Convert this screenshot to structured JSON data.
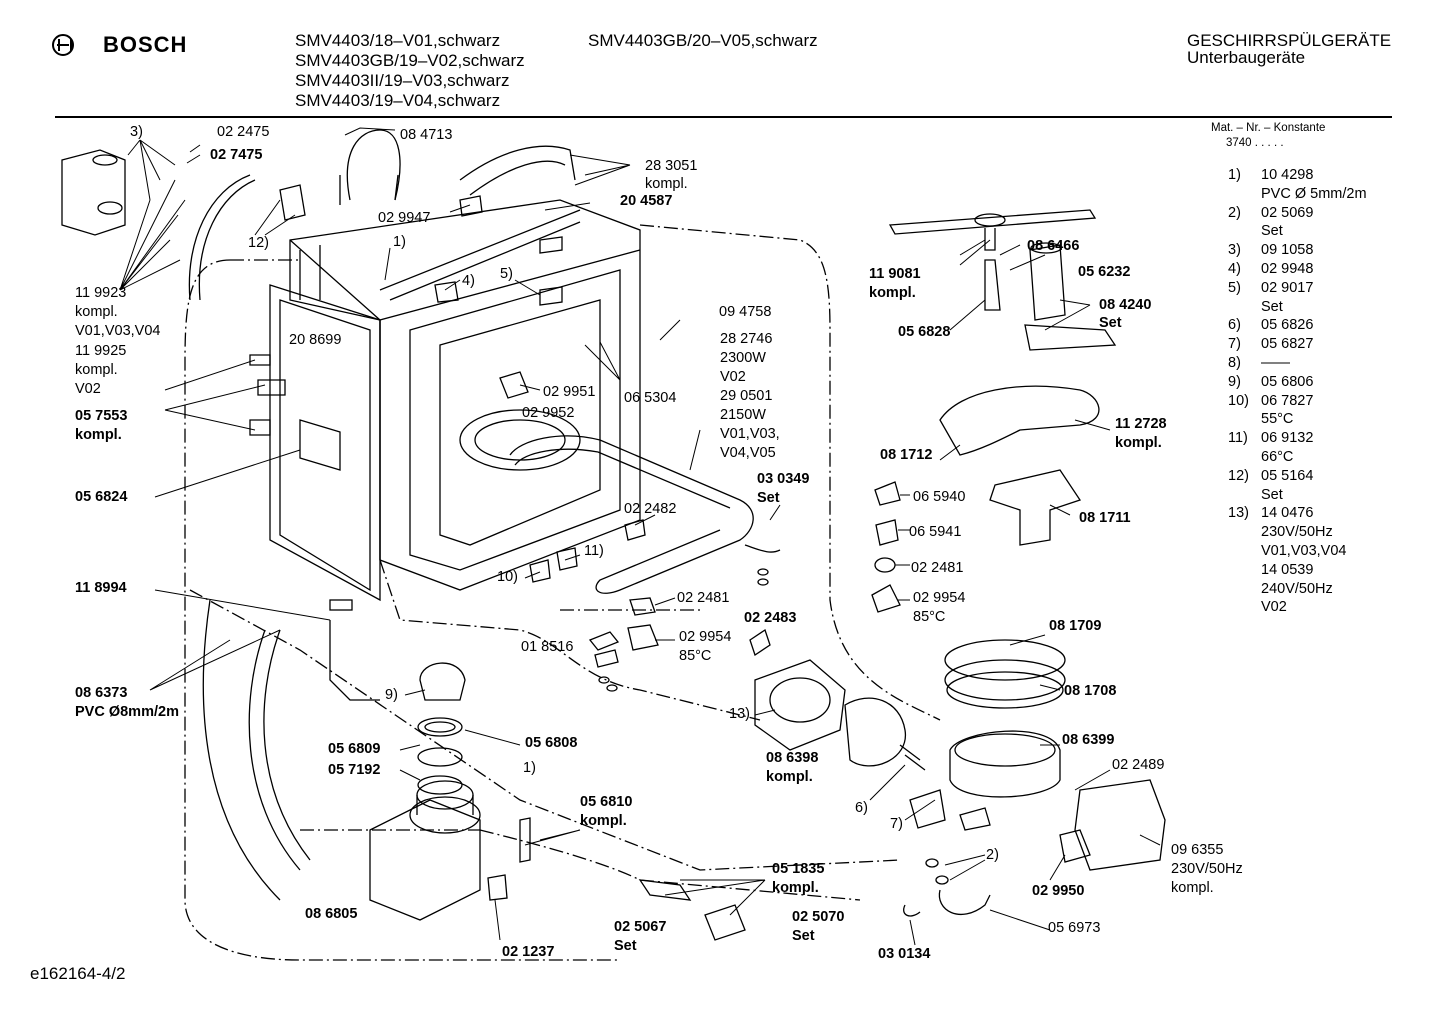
{
  "header": {
    "brand": "BOSCH",
    "models_col1": [
      "SMV4403/18–V01,schwarz",
      "SMV4403GB/19–V02,schwarz",
      "SMV4403II/19–V03,schwarz",
      "SMV4403/19–V04,schwarz"
    ],
    "models_col2": [
      "SMV4403GB/20–V05,schwarz"
    ],
    "category": "GESCHIRRSPÜLGERÄTE",
    "subcategory": "Unterbaugeräte"
  },
  "constants": {
    "title": "Mat. – Nr. – Konstante",
    "value": "3740 . . . . ."
  },
  "legend": [
    {
      "num": "1)",
      "lines": [
        "10 4298",
        "PVC Ø 5mm/2m"
      ]
    },
    {
      "num": "2)",
      "lines": [
        "02 5069",
        "Set"
      ]
    },
    {
      "num": "3)",
      "lines": [
        "09 1058"
      ]
    },
    {
      "num": "4)",
      "lines": [
        "02 9948"
      ]
    },
    {
      "num": "5)",
      "lines": [
        "02 9017",
        "Set"
      ]
    },
    {
      "num": "6)",
      "lines": [
        "05 6826"
      ]
    },
    {
      "num": "7)",
      "lines": [
        "05 6827"
      ]
    },
    {
      "num": "8)",
      "lines": [
        "——"
      ]
    },
    {
      "num": "9)",
      "lines": [
        "05 6806"
      ]
    },
    {
      "num": "10)",
      "lines": [
        "06 7827",
        "55°C"
      ]
    },
    {
      "num": "11)",
      "lines": [
        "06 9132",
        "66°C"
      ]
    },
    {
      "num": "12)",
      "lines": [
        "05 5164",
        "Set"
      ]
    },
    {
      "num": "13)",
      "lines": [
        "14 0476",
        "230V/50Hz",
        "V01,V03,V04",
        "14 0539",
        "240V/50Hz",
        "V02"
      ]
    }
  ],
  "labels": {
    "l_3": "3)",
    "l_022475": "02 2475",
    "l_027475": "02 7475",
    "l_084713": "08 4713",
    "l_283051": "28 3051",
    "l_kompl_283051": "kompl.",
    "l_029947": "02 9947",
    "l_204587": "20 4587",
    "l_12": "12)",
    "l_1a": "1)",
    "l_4": "4)",
    "l_5": "5)",
    "l_119923": "11 9923",
    "l_kompl_119923": "kompl.",
    "l_v01v03v04": "V01,V03,V04",
    "l_119925": "11 9925",
    "l_kompl_119925": "kompl.",
    "l_v02a": "V02",
    "l_208699": "20 8699",
    "l_057553": "05 7553",
    "l_kompl_057553": "kompl.",
    "l_056824": "05 6824",
    "l_118994": "11 8994",
    "l_029951": "02 9951",
    "l_029952": "02 9952",
    "l_065304": "06 5304",
    "l_094758": "09 4758",
    "l_282746": "28 2746",
    "l_2300w": "2300W",
    "l_v02b": "V02",
    "l_290501": "29 0501",
    "l_2150w": "2150W",
    "l_v01v03": "V01,V03,",
    "l_v04v05": "V04,V05",
    "l_030349": "03 0349",
    "l_set_030349": "Set",
    "l_022482": "02 2482",
    "l_11": "11)",
    "l_10": "10)",
    "l_022481a": "02 2481",
    "l_018516": "01 8516",
    "l_029954a": "02 9954",
    "l_85ca": "85°C",
    "l_022483": "02 2483",
    "l_086373": "08 6373",
    "l_pvc8": "PVC Ø8mm/2m",
    "l_9": "9)",
    "l_056809": "05 6809",
    "l_057192": "05 7192",
    "l_056808": "05 6808",
    "l_1b": "1)",
    "l_056810": "05 6810",
    "l_kompl_056810": "kompl.",
    "l_086805": "08 6805",
    "l_021237": "02 1237",
    "l_051835": "05 1835",
    "l_kompl_051835": "kompl.",
    "l_025067": "02 5067",
    "l_set_025067": "Set",
    "l_025070": "02 5070",
    "l_set_025070": "Set",
    "l_13": "13)",
    "l_086398": "08 6398",
    "l_kompl_086398": "kompl.",
    "l_6": "6)",
    "l_7": "7)",
    "l_086466": "08 6466",
    "l_119081": "11 9081",
    "l_kompl_119081": "kompl.",
    "l_056232": "05 6232",
    "l_084240": "08 4240",
    "l_set_084240": "Set",
    "l_056828": "05 6828",
    "l_112728": "11 2728",
    "l_kompl_112728": "kompl.",
    "l_081712": "08 1712",
    "l_065940": "06 5940",
    "l_065941": "06 5941",
    "l_022481b": "02 2481",
    "l_029954b": "02 9954",
    "l_85cb": "85°C",
    "l_081711": "08 1711",
    "l_081709": "08 1709",
    "l_081708": "08 1708",
    "l_086399": "08 6399",
    "l_022489": "02 2489",
    "l_2": "2)",
    "l_029950": "02 9950",
    "l_096355": "09 6355",
    "l_230v": "230V/50Hz",
    "l_kompl_096355": "kompl.",
    "l_056973": "05 6973",
    "l_030134": "03 0134"
  },
  "footer": {
    "doc_id": "e162164-4/2"
  }
}
